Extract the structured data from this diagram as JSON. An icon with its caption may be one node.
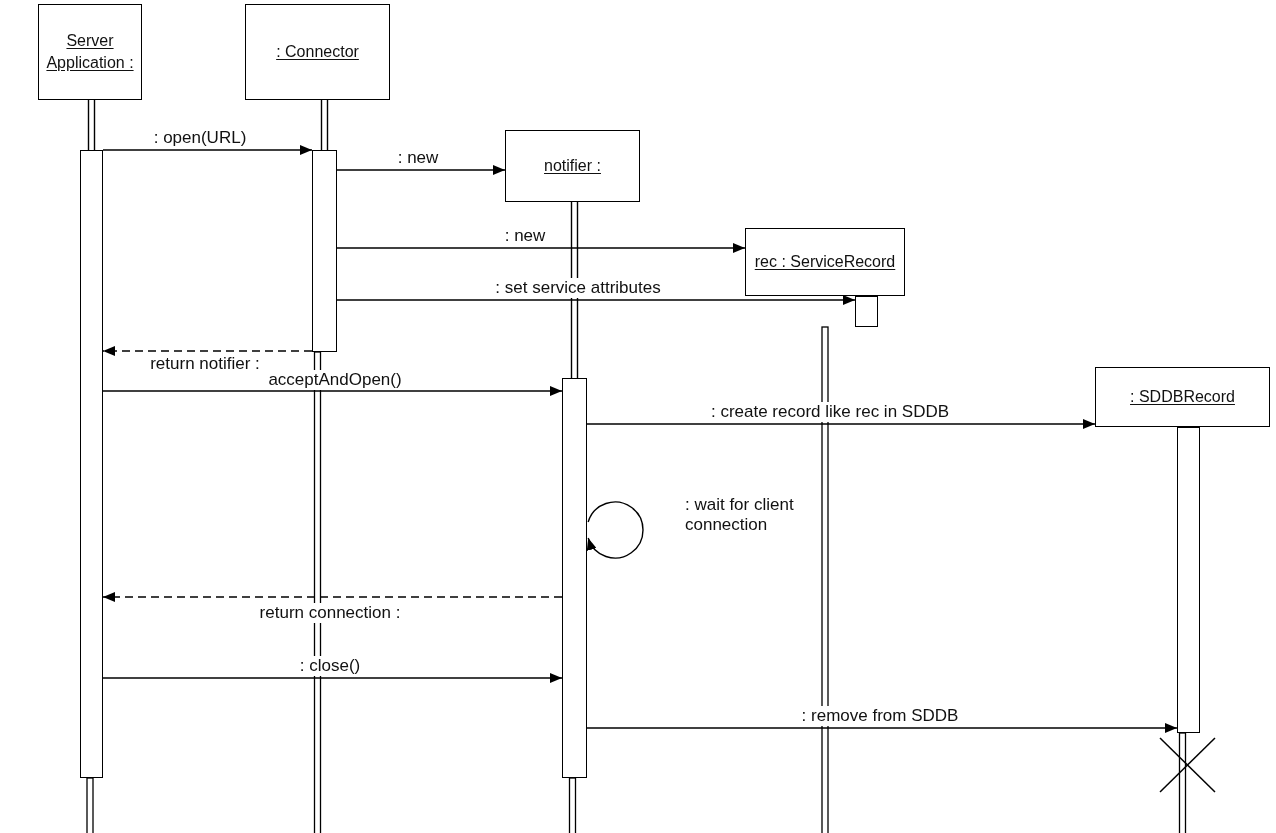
{
  "diagram": {
    "nodes": [
      {
        "text": [
          "Server Application :"
        ]
      },
      {
        "text": [
          ": Connector"
        ]
      },
      {
        "text": [
          "notifier :"
        ]
      },
      {
        "text": [
          "rec : ServiceRecord"
        ]
      },
      {
        "text": [
          ": SDDBRecord"
        ]
      },
      {
        "text": [],
        "shape": "bar"
      },
      {
        "text": [],
        "shape": "bar"
      },
      {
        "text": [],
        "shape": "bar"
      },
      {
        "text": [],
        "shape": "bar"
      },
      {
        "text": [],
        "shape": "bar"
      }
    ],
    "edges": [
      {
        "from": 5,
        "to": 6,
        "arrow": "to",
        "label": ": open(URL)"
      },
      {
        "from": 6,
        "to": 2,
        "arrow": "to",
        "label": ": new"
      },
      {
        "from": 6,
        "to": 3,
        "arrow": "to",
        "label": ": new"
      },
      {
        "from": 6,
        "to": 8,
        "arrow": "to",
        "label": ": set service attributes"
      },
      {
        "from": 6,
        "to": 5,
        "arrow": "to",
        "label": "return notifier :",
        "style": "dashed"
      },
      {
        "from": 5,
        "to": 7,
        "arrow": "to",
        "label": "acceptAndOpen()"
      },
      {
        "from": 7,
        "to": 4,
        "arrow": "to",
        "label": ": create record like rec in SDDB"
      },
      {
        "from": 7,
        "to": 7,
        "arrow": "to",
        "label": ": wait for client connection"
      },
      {
        "from": 7,
        "to": 5,
        "arrow": "to",
        "label": "return connection :",
        "style": "dashed"
      },
      {
        "from": 5,
        "to": 7,
        "arrow": "to",
        "label": ": close()"
      },
      {
        "from": 7,
        "to": 9,
        "arrow": "to",
        "label": ": remove from SDDB"
      },
      {
        "from": 0,
        "to": 5,
        "arrow": "none"
      },
      {
        "from": 1,
        "to": 6,
        "arrow": "none"
      },
      {
        "from": 2,
        "to": 7,
        "arrow": "none"
      }
    ]
  }
}
